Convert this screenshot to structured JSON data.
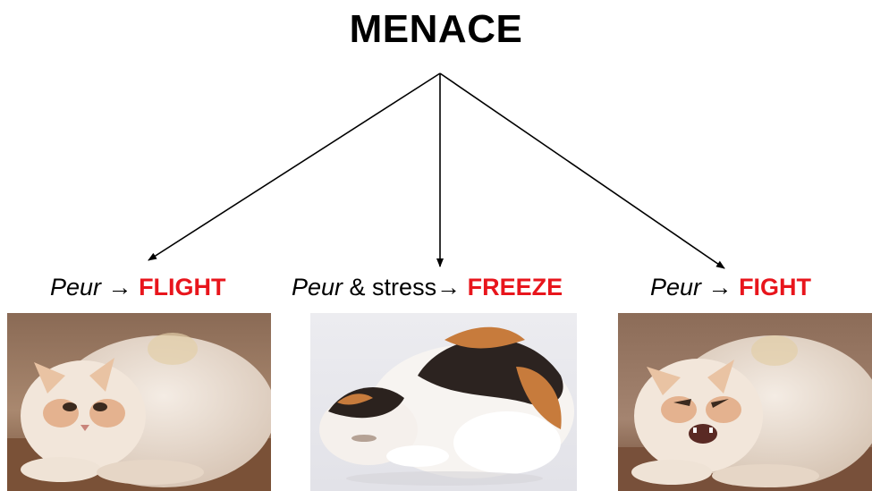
{
  "title": "MENACE",
  "responses": [
    {
      "prefix": "Peur",
      "middle": " → ",
      "response": "FLIGHT"
    },
    {
      "prefix": "Peur",
      "middle": " & stress→ ",
      "response": "FREEZE"
    },
    {
      "prefix": "Peur",
      "middle": " → ",
      "response": "FIGHT"
    }
  ],
  "colors": {
    "text": "#000000",
    "accent": "#e8151c",
    "background": "#ffffff"
  },
  "images": [
    "crouching-cat-photo",
    "curled-calico-cat-photo",
    "hissing-cat-photo"
  ]
}
